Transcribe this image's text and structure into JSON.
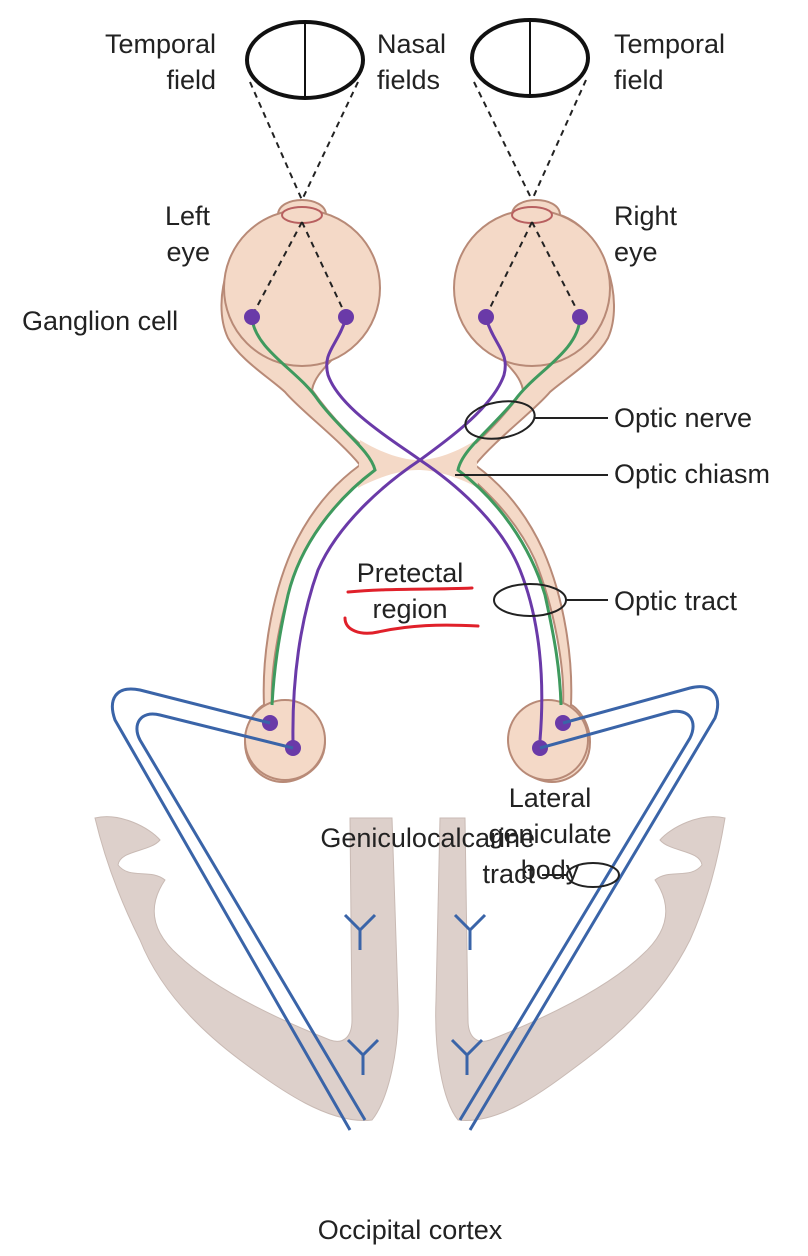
{
  "labels": {
    "temporal_field_left": [
      "Temporal",
      "field"
    ],
    "nasal_fields": [
      "Nasal",
      "fields"
    ],
    "temporal_field_right": [
      "Temporal",
      "field"
    ],
    "left_eye": [
      "Left",
      "eye"
    ],
    "right_eye": [
      "Right",
      "eye"
    ],
    "ganglion_cell": "Ganglion cell",
    "optic_nerve": "Optic nerve",
    "optic_chiasm": "Optic chiasm",
    "pretectal_region": [
      "Pretectal",
      "region"
    ],
    "optic_tract": "Optic tract",
    "lateral_geniculate_body": [
      "Lateral",
      "geniculate",
      "body"
    ],
    "geniculocalcarine_tract": [
      "Geniculocalcarine",
      "tract"
    ],
    "occipital_cortex": "Occipital cortex"
  },
  "colors": {
    "eye_fill": "#f4d9c7",
    "cortex_fill": "#ddd0cb",
    "nasal_fiber": "#6a3aa8",
    "temporal_fiber": "#3f9a5e",
    "radiation": "#3a64a8",
    "annotation": "#e0202a",
    "outline": "#222222"
  }
}
